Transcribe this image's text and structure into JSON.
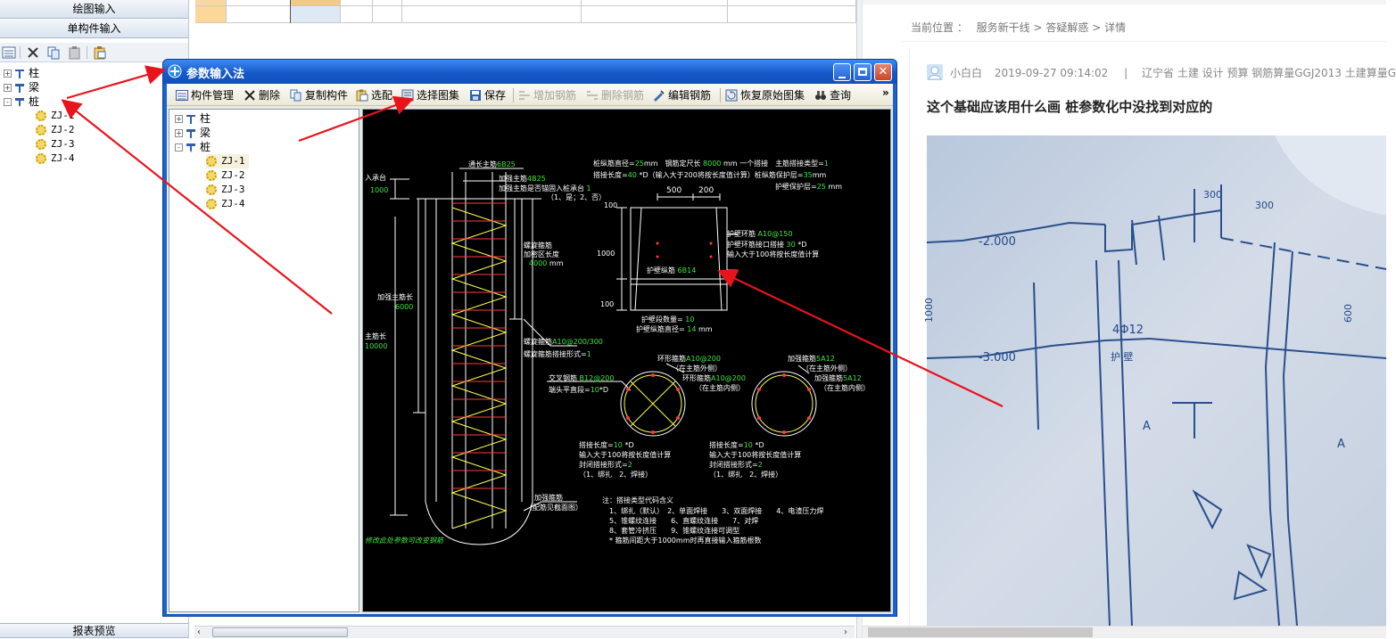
{
  "left_panel": {
    "nav_top": "绘图输入",
    "nav_single": "单构件输入",
    "nav_bottom": "报表预览",
    "tree": [
      {
        "label": "柱",
        "expander": "+"
      },
      {
        "label": "梁",
        "expander": "+"
      },
      {
        "label": "桩",
        "expander": "-",
        "children": [
          "ZJ-1",
          "ZJ-2",
          "ZJ-3",
          "ZJ-4"
        ]
      }
    ]
  },
  "dialog": {
    "title": "参数输入法",
    "toolbar": {
      "component_manage": "构件管理",
      "delete": "删除",
      "copy_component": "复制构件",
      "select_match": "选配",
      "select_atlas": "选择图集",
      "save": "保存",
      "add_rebar": "增加钢筋",
      "delete_rebar": "删除钢筋",
      "edit_rebar": "编辑钢筋",
      "restore_atlas": "恢复原始图集",
      "query": "查询",
      "overflow": "»"
    },
    "tree": [
      {
        "label": "柱",
        "expander": "+"
      },
      {
        "label": "梁",
        "expander": "+"
      },
      {
        "label": "桩",
        "expander": "-",
        "children": [
          "ZJ-1",
          "ZJ-2",
          "ZJ-3",
          "ZJ-4"
        ]
      }
    ],
    "drawing": {
      "tl_cap": "入承台",
      "tl_cap_val": "1000",
      "top_main": "通长主筋",
      "top_main_val": "6B25",
      "reinf_main": "加强主筋",
      "reinf_main_val": "4B25",
      "reinf_anchor": "加强主筋是否锚固入桩承台",
      "reinf_anchor_val": "1",
      "reinf_anchor_opts": "（1、是；2、否）",
      "spiral_dense": "螺旋箍筋",
      "spiral_dense2": "加密区长度",
      "spiral_dense_val": "4000",
      "spiral_dense_unit": "mm",
      "reinf_len": "加强主筋长",
      "reinf_len_val": "6000",
      "main_len": "主筋长",
      "main_len_val": "10000",
      "spiral": "螺旋箍筋",
      "spiral_val": "A10@200/300",
      "spiral_form": "螺旋箍筋搭接形式=",
      "spiral_form_val": "1",
      "bottom_note": "加强箍筋",
      "bottom_note2": "（配筋见截面图）",
      "watermark": "修改此处参数可改变钢筋",
      "p1": "桩纵筋直径=",
      "p1_val": "25",
      "p1_unit": "mm",
      "p2": "钢筋定尺长",
      "p2_val": "8000",
      "p2_unit": "mm 一个搭接",
      "p3": "主筋搭接类型=",
      "p3_val": "1",
      "p4": "搭接长度=",
      "p4_val": "40",
      "p4_note": "*D（输入大于200将按长度值计算）桩纵筋保护层=",
      "p4_cover": "35",
      "p4_cover_unit": "mm",
      "p5": "护壁保护层=",
      "p5_val": "25",
      "p5_unit": "mm",
      "w500": "500",
      "w200": "200",
      "h100a": "100",
      "h1000": "1000",
      "h100b": "100",
      "wall_stirrup": "护壁环筋",
      "wall_stirrup_val": "A10@150",
      "wall_stirrup_lap": "护壁环筋接口搭接",
      "wall_stirrup_lap_val": "30",
      "wall_stirrup_lap_unit": "*D",
      "wall_stirrup_note": "输入大于100将按长度值计算",
      "wall_long": "护壁纵筋",
      "wall_long_val": "6B14",
      "wall_count": "护壁段数量=",
      "wall_count_val": "10",
      "wall_dia": "护壁纵筋直径=",
      "wall_dia_val": "14",
      "wall_dia_unit": "mm",
      "ring1": "环形箍筋",
      "ring1_val": "A10@200",
      "ring1_pos": "（在主筋外侧）",
      "ring2": "环形箍筋",
      "ring2_val": "A10@200",
      "ring2_pos": "（在主筋内侧）",
      "cross": "交叉钢筋",
      "cross_val": "B12@200",
      "cross_end": "端头平直段=",
      "cross_end_val": "10",
      "cross_end_unit": "*D",
      "add1": "加强箍筋",
      "add1_val": "5A12",
      "add1_pos": "（在主筋外侧）",
      "add2": "加强箍筋",
      "add2_val": "5A12",
      "add2_pos": "（在主筋内侧）",
      "lapA": "搭接长度=",
      "lapA_val": "10",
      "lapA_unit": "*D",
      "lapA_note": "输入大于100将按长度值计算",
      "lapA_form": "封闭搭接形式=",
      "lapA_form_val": "2",
      "lapA_opts": "（1、绑扎　2、焊接）",
      "lapB": "搭接长度=",
      "lapB_val": "10",
      "lapB_unit": "*D",
      "lapB_note": "输入大于100将按长度值计算",
      "lapB_form": "封闭搭接形式=",
      "lapB_form_val": "2",
      "lapB_opts": "（1、绑扎　2、焊接）",
      "legend_title": "注：搭接类型代码含义",
      "legend1": "1、绑扎（默认）　2、单面焊接　　3、双面焊接　　4、电渣压力焊",
      "legend2": "5、锥螺纹连接　　6、直螺纹连接　　7、对焊",
      "legend3": "8、套管冷挤压　　9、锥螺纹连接可调型",
      "legend4": "* 箍筋间距大于1000mm时再直接输入箍筋根数"
    }
  },
  "web": {
    "breadcrumb_prefix": "当前位置 ：",
    "crumb1": "服务新干线",
    "crumb2": "答疑解惑",
    "crumb3": "详情",
    "sep": ">",
    "author": "小白白",
    "datetime": "2019-09-27 09:14:02",
    "divider": "|",
    "meta": "辽宁省  土建  设计  预算  钢筋算量GGJ2013  土建算量G",
    "question": "这个基础应该用什么画 桩参数化中没找到对应的",
    "photo_labels": {
      "l1": "-2.000",
      "l2": "-3.000",
      "l3": "1000",
      "l4": "4Φ12",
      "l5": "护 壁",
      "l6": "A",
      "l7": "A",
      "l8": "300",
      "l9": "300",
      "l10": "600"
    }
  },
  "colors": {
    "dialog_title": "#1558c8",
    "annotation_arrow": "#e8141c",
    "drawing_bg": "#000000",
    "drawing_value": "#3ee63e"
  }
}
